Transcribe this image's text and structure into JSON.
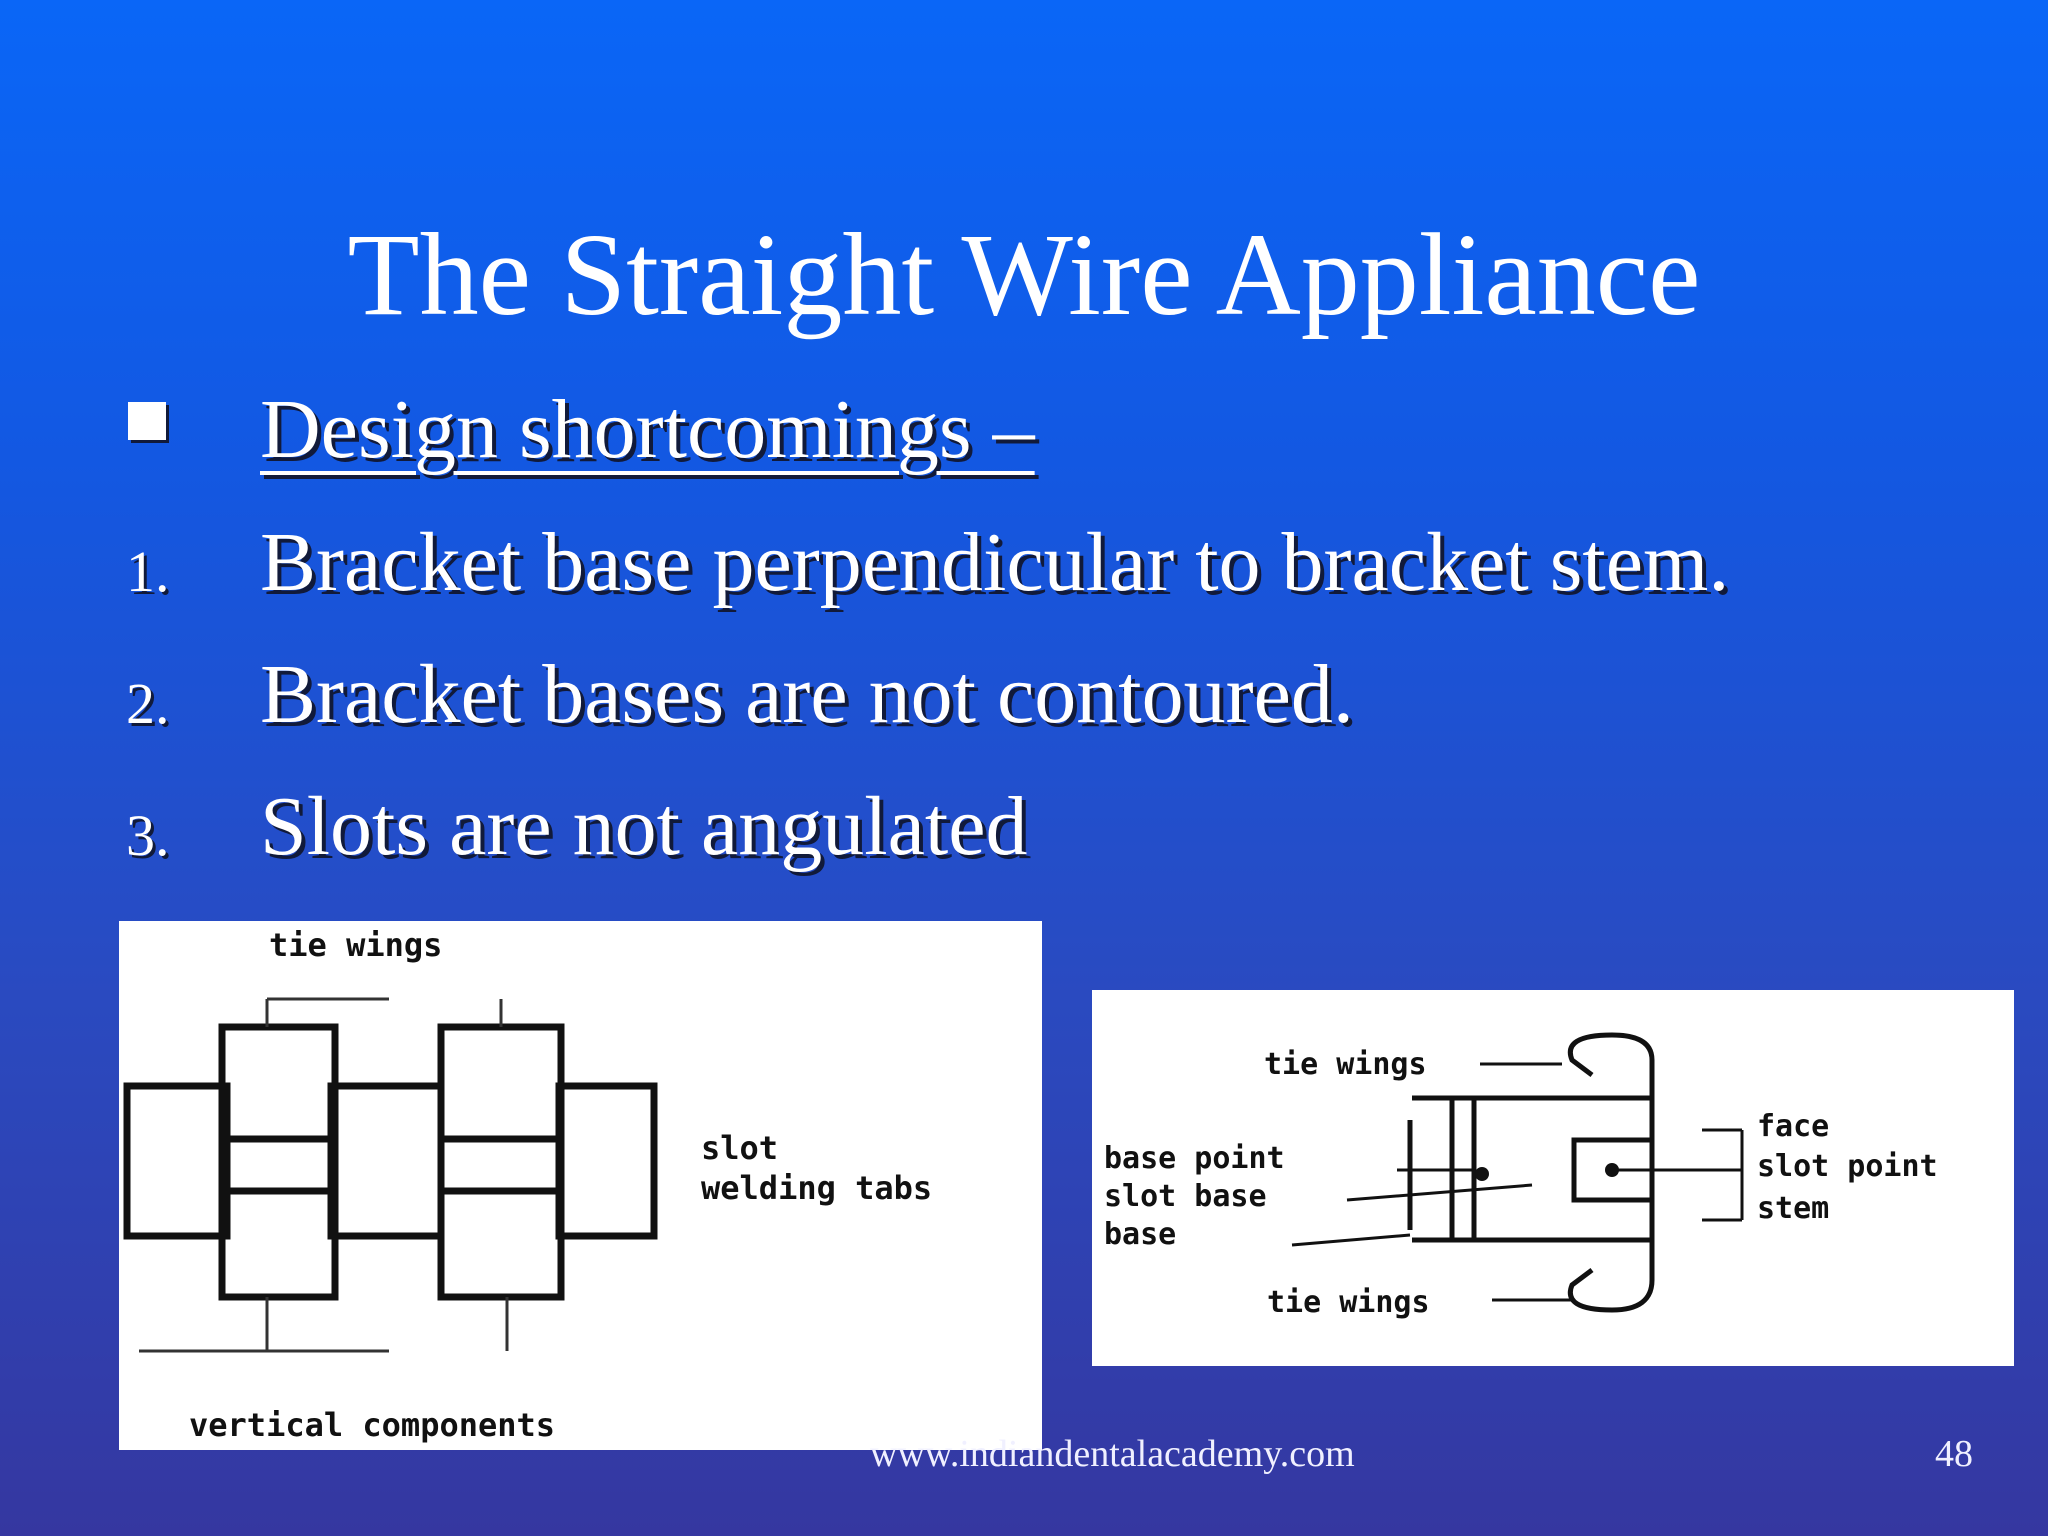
{
  "slide": {
    "title": "The Straight Wire Appliance",
    "heading": "Design shortcomings –",
    "items": [
      {
        "number": "1.",
        "text": "Bracket base perpendicular to bracket stem."
      },
      {
        "number": "2.",
        "text": "Bracket bases are not contoured."
      },
      {
        "number": "3.",
        "text": "Slots are not angulated"
      }
    ],
    "footer_url": "www.indiandentalacademy.com",
    "page_number": "48"
  },
  "diagram_left": {
    "label_top": "tie wings",
    "label_slot": "slot",
    "label_welding": "welding tabs",
    "label_bottom": "vertical components"
  },
  "diagram_right": {
    "tie_wings_top": "tie wings",
    "base_point": "base point",
    "slot_base": "slot base",
    "base": "base",
    "tie_wings_bottom": "tie wings",
    "face": "face",
    "slot_point": "slot point",
    "stem": "stem"
  },
  "colors": {
    "background_top": "#0a66f7",
    "background_bottom": "#3537a0",
    "text": "#ffffff"
  }
}
